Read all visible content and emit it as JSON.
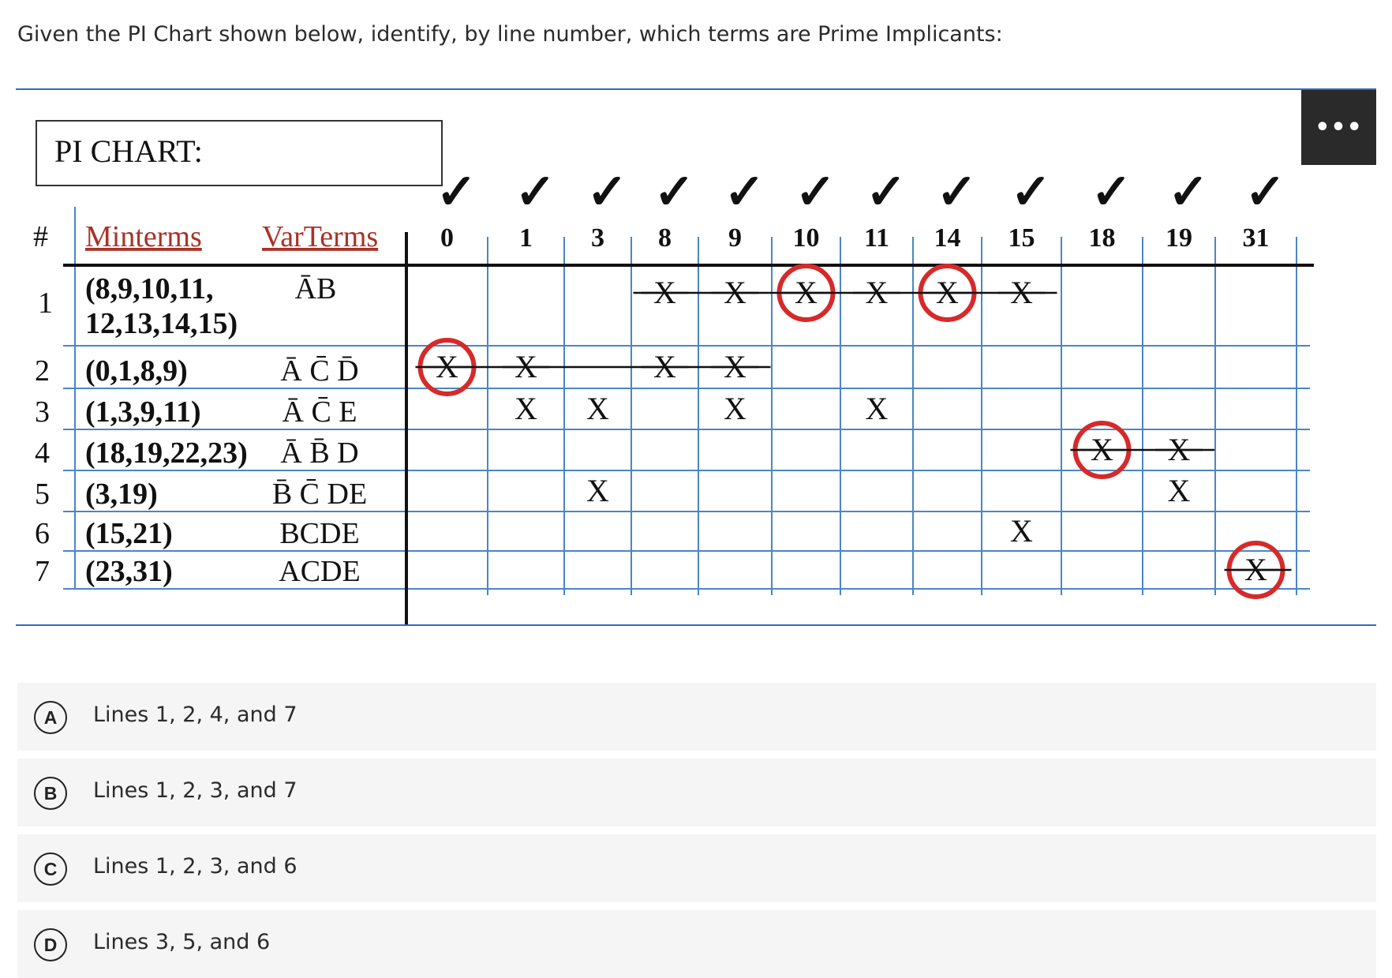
{
  "question": "Given the PI Chart shown below, identify, by line number, which terms are Prime Implicants:",
  "more_button": "•••",
  "pi_chart": {
    "title": "PI CHART:",
    "headers": {
      "hash": "#",
      "minterms": "Minterms",
      "varterms": "VarTerms"
    },
    "columns": [
      "0",
      "1",
      "3",
      "8",
      "9",
      "10",
      "11",
      "14",
      "15",
      "18",
      "19",
      "31"
    ],
    "checkmarks": "✓",
    "rows": [
      {
        "num": "1",
        "minterms_line1": "(8,9,10,11,",
        "minterms_line2": "12,13,14,15)",
        "varterm": "ĀB"
      },
      {
        "num": "2",
        "minterms_line1": "(0,1,8,9)",
        "varterm": "Ā C̄ D̄"
      },
      {
        "num": "3",
        "minterms_line1": "(1,3,9,11)",
        "varterm": "Ā C̄ E"
      },
      {
        "num": "4",
        "minterms_line1": "(18,19,22,23)",
        "varterm": "Ā B̄ D"
      },
      {
        "num": "5",
        "minterms_line1": "(3,19)",
        "varterm": "B̄ C̄ DE"
      },
      {
        "num": "6",
        "minterms_line1": "(15,21)",
        "varterm": "BCDE"
      },
      {
        "num": "7",
        "minterms_line1": "(23,31)",
        "varterm": "ACDE"
      }
    ],
    "marks": [
      {
        "row": 1,
        "col": "8",
        "symbol": "X",
        "struck": true,
        "circled": false
      },
      {
        "row": 1,
        "col": "9",
        "symbol": "X",
        "struck": true,
        "circled": false
      },
      {
        "row": 1,
        "col": "10",
        "symbol": "X",
        "struck": true,
        "circled": true
      },
      {
        "row": 1,
        "col": "11",
        "symbol": "X",
        "struck": true,
        "circled": false
      },
      {
        "row": 1,
        "col": "14",
        "symbol": "X",
        "struck": true,
        "circled": true
      },
      {
        "row": 1,
        "col": "15",
        "symbol": "X",
        "struck": true,
        "circled": false
      },
      {
        "row": 2,
        "col": "0",
        "symbol": "X",
        "struck": true,
        "circled": true
      },
      {
        "row": 2,
        "col": "1",
        "symbol": "X",
        "struck": true,
        "circled": false
      },
      {
        "row": 2,
        "col": "8",
        "symbol": "X",
        "struck": true,
        "circled": false
      },
      {
        "row": 2,
        "col": "9",
        "symbol": "X",
        "struck": true,
        "circled": false
      },
      {
        "row": 3,
        "col": "1",
        "symbol": "X",
        "struck": false,
        "circled": false
      },
      {
        "row": 3,
        "col": "3",
        "symbol": "X",
        "struck": false,
        "circled": false
      },
      {
        "row": 3,
        "col": "9",
        "symbol": "X",
        "struck": false,
        "circled": false
      },
      {
        "row": 3,
        "col": "11",
        "symbol": "X",
        "struck": false,
        "circled": false
      },
      {
        "row": 4,
        "col": "18",
        "symbol": "X",
        "struck": true,
        "circled": true
      },
      {
        "row": 4,
        "col": "19",
        "symbol": "X",
        "struck": true,
        "circled": false
      },
      {
        "row": 5,
        "col": "3",
        "symbol": "X",
        "struck": false,
        "circled": false
      },
      {
        "row": 5,
        "col": "19",
        "symbol": "X",
        "struck": false,
        "circled": false
      },
      {
        "row": 6,
        "col": "15",
        "symbol": "X",
        "struck": false,
        "circled": false
      },
      {
        "row": 7,
        "col": "31",
        "symbol": "X",
        "struck": true,
        "circled": true
      }
    ],
    "colors": {
      "header_underline": "#c0392b",
      "circle": "#d62a2a",
      "grid": "#4a86c5",
      "ink": "#111111"
    }
  },
  "options": [
    {
      "letter": "A",
      "text": "Lines 1, 2, 4, and 7"
    },
    {
      "letter": "B",
      "text": "Lines 1, 2, 3, and 7"
    },
    {
      "letter": "C",
      "text": "Lines 1, 2, 3, and 6"
    },
    {
      "letter": "D",
      "text": "Lines 3, 5, and 6"
    }
  ]
}
